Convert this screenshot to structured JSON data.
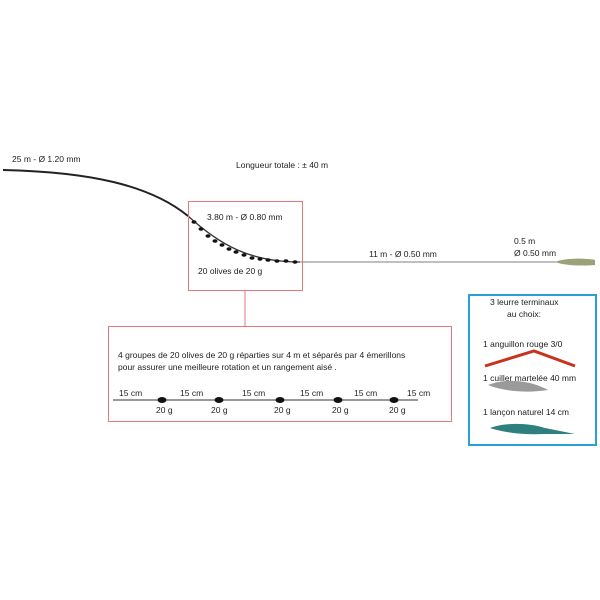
{
  "main_line": {
    "segment1": "25 m - Ø 1.20 mm",
    "total_length": "Longueur totale : ± 40 m",
    "segment2": "3.80 m - Ø 0.80 mm",
    "olives": "20 olives de 20 g",
    "segment3": "11 m - Ø 0.50 mm",
    "leader_length": "0.5 m",
    "leader_diameter": "Ø 0.50 mm"
  },
  "detail": {
    "description_line1": "4 groupes de 20 olives de 20 g réparties sur 4 m et séparés par 4 émerillons",
    "description_line2": "pour assurer une meilleure rotation et un rangement aisé .",
    "spacings": [
      "15 cm",
      "15 cm",
      "15 cm",
      "15 cm",
      "15 cm",
      "15 cm"
    ],
    "weights": [
      "20 g",
      "20 g",
      "20 g",
      "20 g",
      "20 g"
    ]
  },
  "lures": {
    "title_line1": "3 leurre terminaux",
    "title_line2": "au choix:",
    "items": [
      "1 anguillon rouge 3/0",
      "1 cuiller martelée 40 mm",
      "1 lançon naturel 14 cm"
    ]
  },
  "colors": {
    "red_box": "#e07a7a",
    "blue_box": "#2a9fd6",
    "line": "#222222"
  }
}
